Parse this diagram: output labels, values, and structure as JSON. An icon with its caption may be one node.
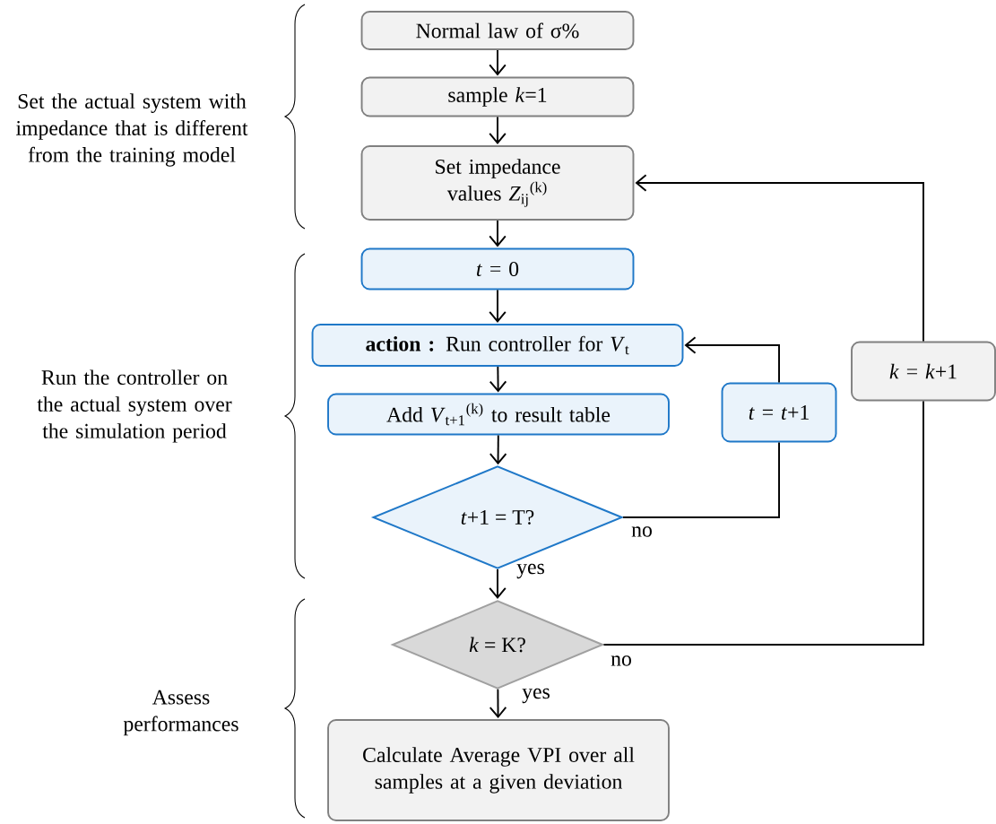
{
  "diagram": {
    "nodes": [
      {
        "text": [
          "Normal law of σ%"
        ]
      },
      {
        "text": [
          "sample *k*=1"
        ]
      },
      {
        "text": [
          "Set impedance values *Z*$_{ij}$$^{(k)}$"
        ]
      },
      {
        "text": [
          "*t* = 0"
        ]
      },
      {
        "text": [
          "**action :** Run controller for *V*$_{t}$"
        ]
      },
      {
        "text": [
          "Add *V*$_{t+1}$$^{(k)}$ to result table"
        ]
      },
      {
        "text": [
          "*t*+1 = T?"
        ]
      },
      {
        "text": [
          "*t* = *t*+1"
        ]
      },
      {
        "text": [
          "*k* = K?"
        ]
      },
      {
        "text": [
          "*k* = *k*+1"
        ]
      },
      {
        "text": [
          "Calculate Average VPI over all samples at a given deviation"
        ]
      }
    ],
    "edges": [
      {
        "from": 0,
        "to": 1,
        "arrow": "to"
      },
      {
        "from": 1,
        "to": 2,
        "arrow": "to"
      },
      {
        "from": 2,
        "to": 3,
        "arrow": "to"
      },
      {
        "from": 3,
        "to": 4,
        "arrow": "to"
      },
      {
        "from": 4,
        "to": 5,
        "arrow": "to"
      },
      {
        "from": 5,
        "to": 6,
        "arrow": "to"
      },
      {
        "from": 6,
        "to": 7,
        "arrow": "none",
        "label": "no"
      },
      {
        "from": 7,
        "to": 4,
        "arrow": "to"
      },
      {
        "from": 6,
        "to": 8,
        "arrow": "to",
        "label": "yes"
      },
      {
        "from": 8,
        "to": 9,
        "arrow": "none",
        "label": "no"
      },
      {
        "from": 9,
        "to": 2,
        "arrow": "to"
      },
      {
        "from": 8,
        "to": 10,
        "arrow": "to",
        "label": "yes"
      }
    ],
    "labels": [
      "Set the actual system with impedance that is different from the training model",
      "Run the controller on the actual system over the simulation period",
      "Assess performances"
    ]
  }
}
